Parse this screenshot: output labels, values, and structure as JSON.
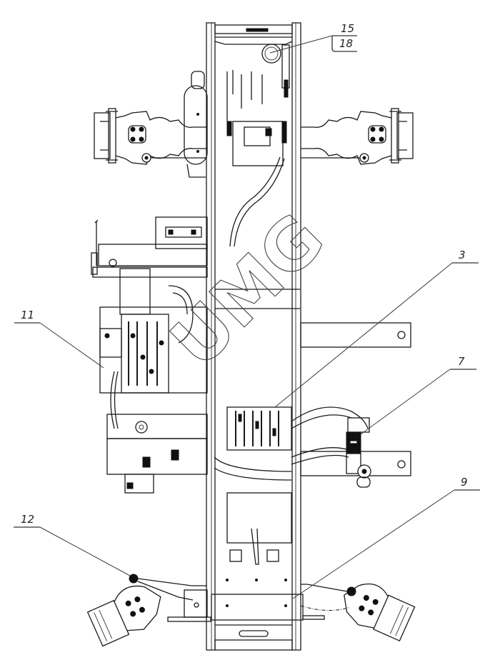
{
  "drawing": {
    "type": "technical assembly drawing",
    "view": "top view of vehicle chassis frame",
    "watermark": "UMG",
    "line_color": "#1a1a1a",
    "background": "#ffffff"
  },
  "callouts": [
    {
      "id": "c15",
      "label": "15"
    },
    {
      "id": "c18",
      "label": "18"
    },
    {
      "id": "c3",
      "label": "3"
    },
    {
      "id": "c7",
      "label": "7"
    },
    {
      "id": "c9",
      "label": "9"
    },
    {
      "id": "c11",
      "label": "11"
    },
    {
      "id": "c12",
      "label": "12"
    }
  ]
}
